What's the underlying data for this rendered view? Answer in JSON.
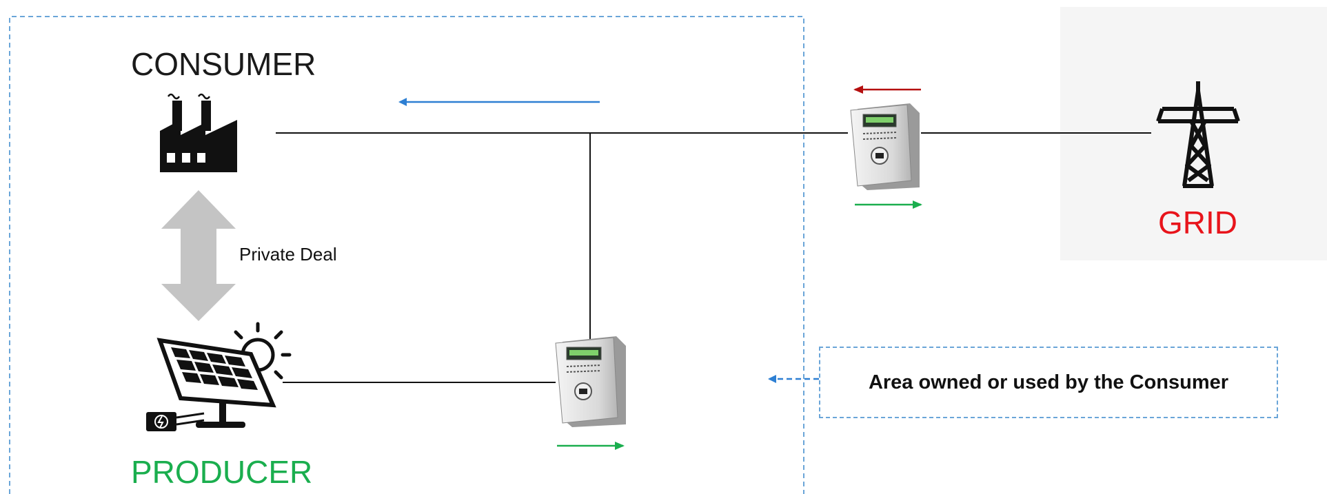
{
  "labels": {
    "consumer": "CONSUMER",
    "producer": "PRODUCER",
    "grid": "GRID",
    "private_deal": "Private Deal",
    "area_legend": "Area owned or used by the Consumer"
  },
  "colors": {
    "consumer_text": "#1a1a1a",
    "producer_text": "#1aae4e",
    "grid_text": "#e8141b",
    "flow_blue": "#2d7fd3",
    "flow_red": "#b50f0f",
    "flow_green": "#1aae4e",
    "dashed_border": "#6aa5d8",
    "deal_arrow": "#c4c4c4"
  },
  "icons": {
    "consumer": "factory-icon",
    "producer": "solar-panel-icon",
    "grid": "transmission-tower-icon",
    "meter": "electricity-meter-icon"
  }
}
